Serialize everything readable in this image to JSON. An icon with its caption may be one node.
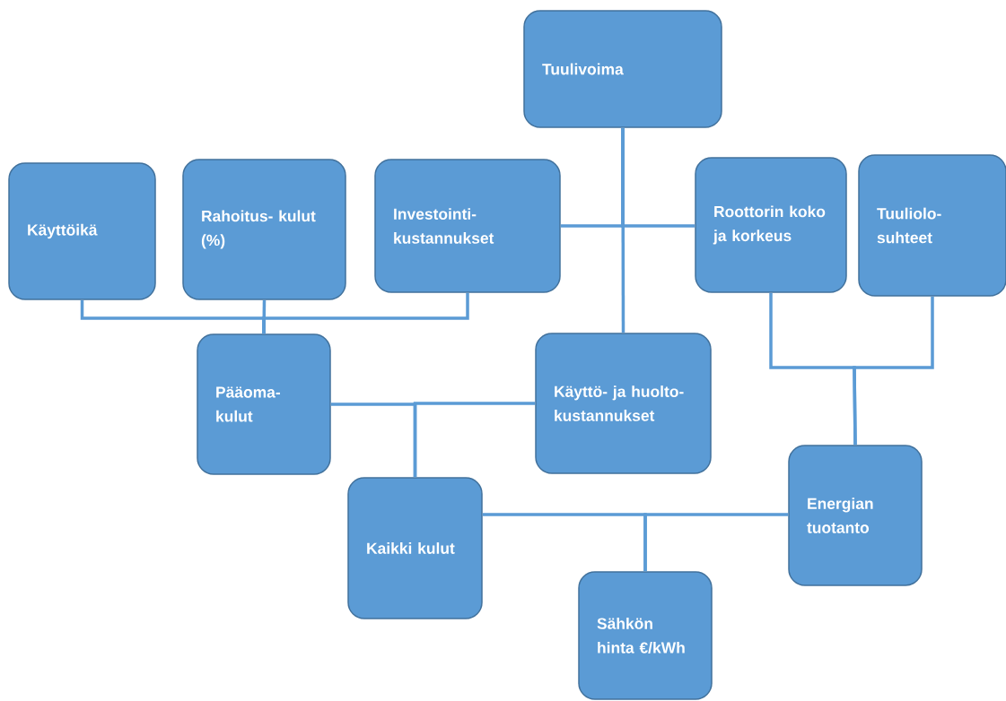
{
  "diagram": {
    "nodes": [
      {
        "text": [
          "Tuulivoima"
        ]
      },
      {
        "text": [
          "Käyttöikä"
        ]
      },
      {
        "text": [
          "Rahoitus- kulut (%)"
        ]
      },
      {
        "text": [
          "Investointi- kustannukset"
        ]
      },
      {
        "text": [
          "Roottorin koko ja korkeus"
        ]
      },
      {
        "text": [
          "Tuuliolo- suhteet"
        ]
      },
      {
        "text": [
          "Pääoma- kulut"
        ]
      },
      {
        "text": [
          "Käyttö- ja huolto- kustannukset"
        ]
      },
      {
        "text": [
          "Kaikki kulut"
        ]
      },
      {
        "text": [
          "Energian tuotanto"
        ]
      },
      {
        "text": [
          "Sähkön hinta €/kWh"
        ]
      }
    ],
    "edges": [
      {
        "from": 0,
        "to": 3,
        "arrow": "none"
      },
      {
        "from": 0,
        "to": 4,
        "arrow": "none"
      },
      {
        "from": 0,
        "to": 7,
        "arrow": "none"
      },
      {
        "from": 1,
        "to": 6,
        "arrow": "none"
      },
      {
        "from": 2,
        "to": 6,
        "arrow": "none"
      },
      {
        "from": 3,
        "to": 6,
        "arrow": "none"
      },
      {
        "from": 6,
        "to": 8,
        "arrow": "none"
      },
      {
        "from": 7,
        "to": 8,
        "arrow": "none"
      },
      {
        "from": 4,
        "to": 9,
        "arrow": "none"
      },
      {
        "from": 5,
        "to": 9,
        "arrow": "none"
      },
      {
        "from": 8,
        "to": 10,
        "arrow": "none"
      },
      {
        "from": 9,
        "to": 10,
        "arrow": "none"
      }
    ]
  }
}
